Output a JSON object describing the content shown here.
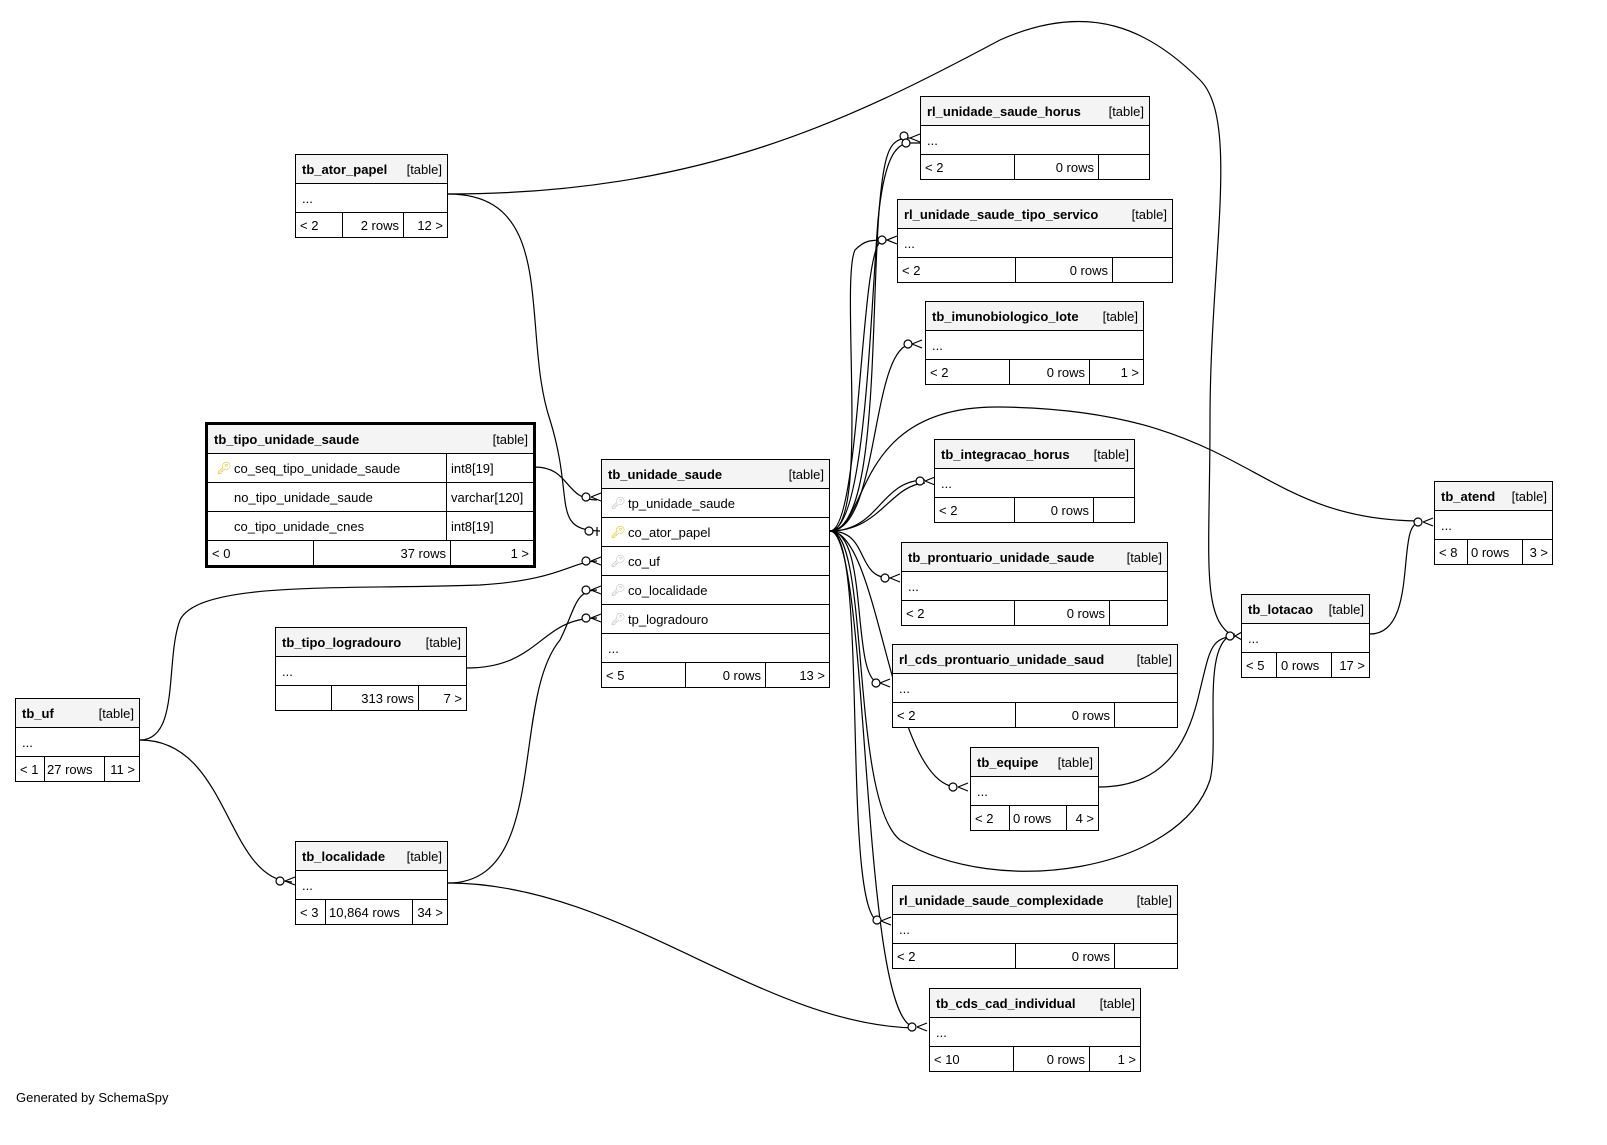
{
  "tables": {
    "tb_ator_papel": {
      "name": "tb_ator_papel",
      "type": "[table]",
      "parents": "< 2",
      "rows": "2 rows",
      "children": "12 >"
    },
    "tb_tipo_unidade_saude": {
      "name": "tb_tipo_unidade_saude",
      "type": "[table]",
      "columns": [
        {
          "name": "co_seq_tipo_unidade_saude",
          "type": "int8[19]",
          "key": "pk"
        },
        {
          "name": "no_tipo_unidade_saude",
          "type": "varchar[120]",
          "key": ""
        },
        {
          "name": "co_tipo_unidade_cnes",
          "type": "int8[19]",
          "key": ""
        }
      ],
      "parents": "< 0",
      "rows": "37 rows",
      "children": "1 >"
    },
    "tb_unidade_saude": {
      "name": "tb_unidade_saude",
      "type": "[table]",
      "columns": [
        {
          "name": "tp_unidade_saude",
          "key": "fk"
        },
        {
          "name": "co_ator_papel",
          "key": "pk"
        },
        {
          "name": "co_uf",
          "key": "fk"
        },
        {
          "name": "co_localidade",
          "key": "fk"
        },
        {
          "name": "tp_logradouro",
          "key": "fk"
        }
      ],
      "parents": "< 5",
      "rows": "0 rows",
      "children": "13 >"
    },
    "tb_tipo_logradouro": {
      "name": "tb_tipo_logradouro",
      "type": "[table]",
      "parents": "",
      "rows": "313 rows",
      "children": "7 >"
    },
    "tb_uf": {
      "name": "tb_uf",
      "type": "[table]",
      "parents": "< 1",
      "rows": "27 rows",
      "children": "11 >"
    },
    "tb_localidade": {
      "name": "tb_localidade",
      "type": "[table]",
      "parents": "< 3",
      "rows": "10,864 rows",
      "children": "34 >"
    },
    "rl_unidade_saude_horus": {
      "name": "rl_unidade_saude_horus",
      "type": "[table]",
      "parents": "< 2",
      "rows": "0 rows",
      "children": ""
    },
    "rl_unidade_saude_tipo_servico": {
      "name": "rl_unidade_saude_tipo_servico",
      "type": "[table]",
      "parents": "< 2",
      "rows": "0 rows",
      "children": ""
    },
    "tb_imunobiologico_lote": {
      "name": "tb_imunobiologico_lote",
      "type": "[table]",
      "parents": "< 2",
      "rows": "0 rows",
      "children": "1 >"
    },
    "tb_integracao_horus": {
      "name": "tb_integracao_horus",
      "type": "[table]",
      "parents": "< 2",
      "rows": "0 rows",
      "children": ""
    },
    "tb_prontuario_unidade_saude": {
      "name": "tb_prontuario_unidade_saude",
      "type": "[table]",
      "parents": "< 2",
      "rows": "0 rows",
      "children": ""
    },
    "rl_cds_prontuario_unidade_saud": {
      "name": "rl_cds_prontuario_unidade_saud",
      "type": "[table]",
      "parents": "< 2",
      "rows": "0 rows",
      "children": ""
    },
    "tb_equipe": {
      "name": "tb_equipe",
      "type": "[table]",
      "parents": "< 2",
      "rows": "0 rows",
      "children": "4 >"
    },
    "rl_unidade_saude_complexidade": {
      "name": "rl_unidade_saude_complexidade",
      "type": "[table]",
      "parents": "< 2",
      "rows": "0 rows",
      "children": ""
    },
    "tb_cds_cad_individual": {
      "name": "tb_cds_cad_individual",
      "type": "[table]",
      "parents": "< 10",
      "rows": "0 rows",
      "children": "1 >"
    },
    "tb_lotacao": {
      "name": "tb_lotacao",
      "type": "[table]",
      "parents": "< 5",
      "rows": "0 rows",
      "children": "17 >"
    },
    "tb_atend": {
      "name": "tb_atend",
      "type": "[table]",
      "parents": "< 8",
      "rows": "0 rows",
      "children": "3 >"
    }
  },
  "ellipsis": "...",
  "footer": "Generated by SchemaSpy",
  "colors": {
    "line": "#000000",
    "header_bg": "#f4f4f4",
    "pk_key": "#d4c400",
    "fk_key": "#b8b8b8"
  }
}
